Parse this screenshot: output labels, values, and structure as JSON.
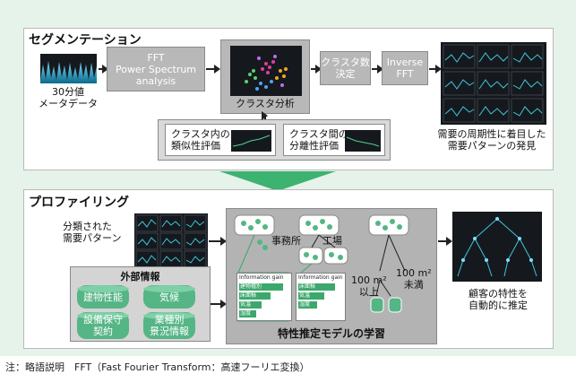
{
  "segmentation": {
    "title": "セグメンテーション",
    "input_label": "30分値\nメータデータ",
    "fft_box": "FFT\nPower Spectrum\nanalysis",
    "cluster_label": "クラスタ分析",
    "k_box": "クラスタ数\n決定",
    "ifft_box": "Inverse\nFFT",
    "intra_eval": "クラスタ内の\n類似性評価",
    "inter_eval": "クラスタ間の\n分離性評価",
    "result_label": "需要の周期性に着目した\n需要パターンの発見"
  },
  "profiling": {
    "title": "プロファイリング",
    "patterns_label": "分類された\n需要パターン",
    "external_title": "外部情報",
    "external_items": [
      "建物性能",
      "気候",
      "設備保守\n契約",
      "業種別\n景況情報"
    ],
    "office_label": "事務所",
    "factory_label": "工場",
    "over_label": "100 m²\n以上",
    "under_label": "100 m²\n未満",
    "ig_title": "Information gain",
    "ig_left": [
      "建物種別",
      "床面積",
      "気温",
      "湿度"
    ],
    "ig_right": [
      "床面積",
      "気温",
      "湿度"
    ],
    "model_caption": "特性推定モデルの学習",
    "result_label": "顧客の特性を\n自動的に推定"
  },
  "caption": "注：略語説明　FFT（Fast Fourier Transform：高速フーリエ変換）",
  "colors": {
    "background": "#e6f3ea",
    "process_box": "#b8b8b8",
    "accent_green": "#55b585",
    "arrow_green": "#3cb371"
  }
}
